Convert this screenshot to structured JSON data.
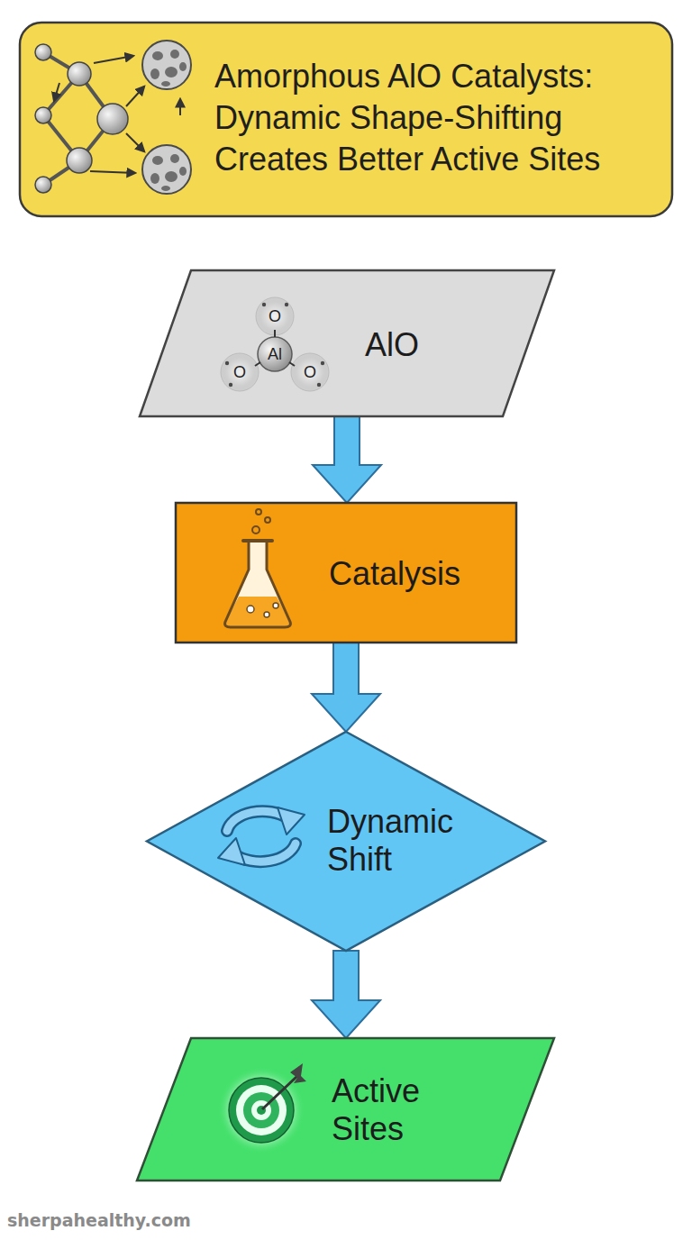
{
  "diagram": {
    "title": "Amorphous AlO Catalysts: Dynamic Shape-Shifting Creates Better Active Sites",
    "nodes": [
      {
        "text": [
          "AlO"
        ]
      },
      {
        "text": [
          "Catalysis"
        ]
      },
      {
        "text": [
          "Dynamic Shift"
        ]
      },
      {
        "text": [
          "Active Sites"
        ]
      }
    ],
    "edges": [
      {
        "from": 0,
        "to": 1,
        "arrow": "to"
      },
      {
        "from": 1,
        "to": 2,
        "arrow": "to"
      },
      {
        "from": 2,
        "to": 3,
        "arrow": "to"
      }
    ],
    "labels": [
      "O",
      "Al",
      "O",
      "O",
      "sherpahealthy.com"
    ]
  }
}
